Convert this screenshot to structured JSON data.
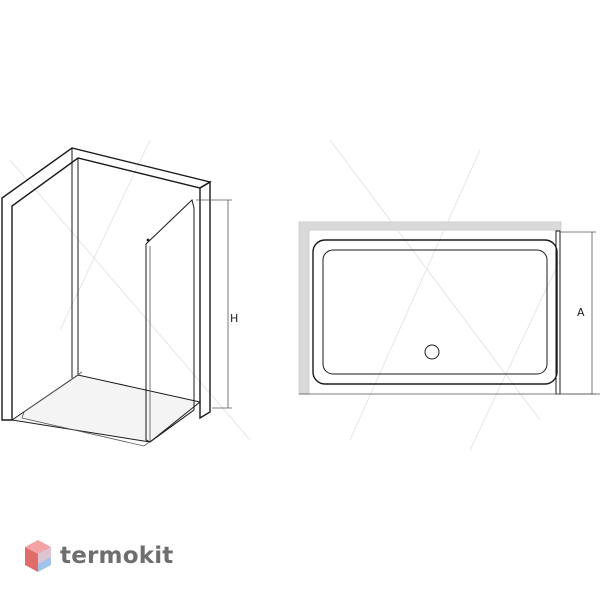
{
  "dimensions": {
    "height_label": "H",
    "width_label": "A"
  },
  "brand": {
    "name": "termokit",
    "logo_colors": [
      "#f3a3a3",
      "#8fb8e8",
      "#e06c6c"
    ]
  },
  "colors": {
    "line": "#1a1a1a",
    "wall": "#d9d9d9",
    "watermark": "#e6e6e6"
  }
}
